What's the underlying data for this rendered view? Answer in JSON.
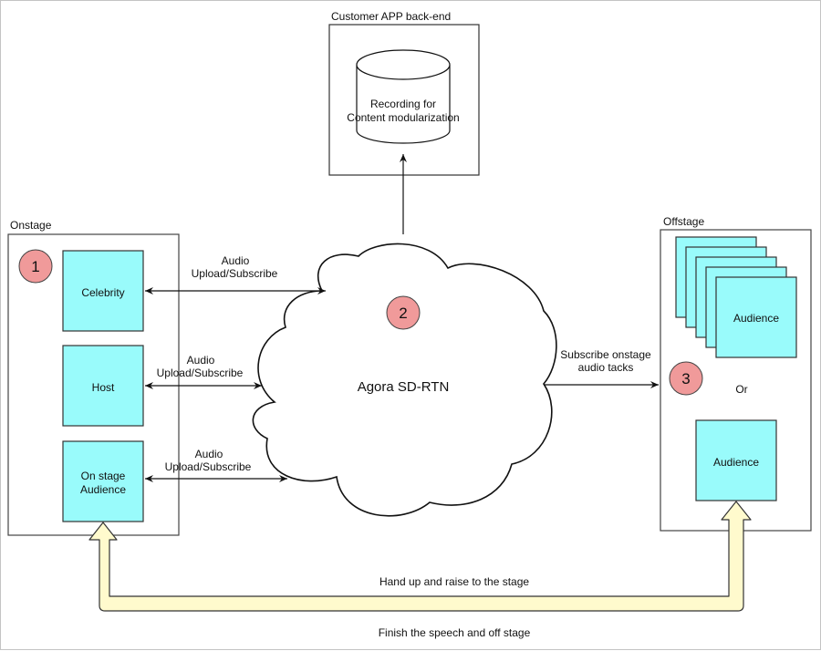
{
  "diagram": {
    "backend": {
      "title": "Customer APP back-end",
      "storage_line1": "Recording for",
      "storage_line2": "Content modularization"
    },
    "onstage": {
      "title": "Onstage",
      "badge": "1",
      "roles": [
        "Celebrity",
        "Host"
      ],
      "onstage_audience_line1": "On stage",
      "onstage_audience_line2": "Audience"
    },
    "cloud": {
      "label": "Agora SD-RTN",
      "badge": "2"
    },
    "offstage": {
      "title": "Offstage",
      "badge": "3",
      "stack_label": "Audience",
      "or_label": "Or",
      "single_label": "Audience"
    },
    "edges": {
      "celebrity_line1": "Audio",
      "celebrity_line2": "Upload/Subscribe",
      "host_line1": "Audio",
      "host_line2": "Upload/Subscribe",
      "audience_line1": "Audio",
      "audience_line2": "Upload/Subscribe",
      "subscribe_line1": "Subscribe onstage",
      "subscribe_line2": "audio tacks",
      "raise_label": "Hand up and raise to the stage",
      "finish_label": "Finish the speech and off stage"
    },
    "colors": {
      "role_box": "#99fbfb",
      "badge": "#f09a9a",
      "flow_arrow": "#fffacd"
    }
  }
}
